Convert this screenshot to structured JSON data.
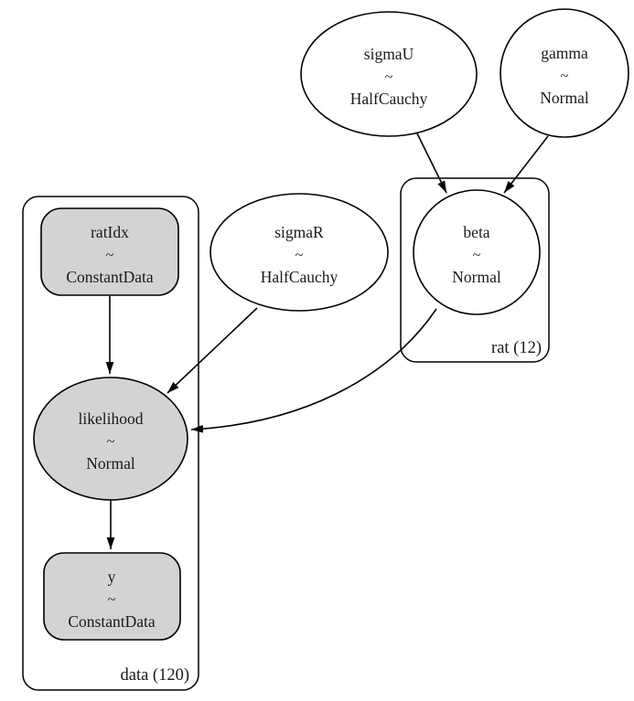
{
  "colors": {
    "background": "#ffffff",
    "stroke": "#000000",
    "observed_fill": "#d3d3d3",
    "unobserved_fill": "#ffffff"
  },
  "nodes": {
    "sigmaU": {
      "name": "sigmaU",
      "relation": "~",
      "distribution": "HalfCauchy"
    },
    "gamma": {
      "name": "gamma",
      "relation": "~",
      "distribution": "Normal"
    },
    "sigmaR": {
      "name": "sigmaR",
      "relation": "~",
      "distribution": "HalfCauchy"
    },
    "beta": {
      "name": "beta",
      "relation": "~",
      "distribution": "Normal"
    },
    "ratIdx": {
      "name": "ratIdx",
      "relation": "~",
      "distribution": "ConstantData"
    },
    "likelihood": {
      "name": "likelihood",
      "relation": "~",
      "distribution": "Normal"
    },
    "y": {
      "name": "y",
      "relation": "~",
      "distribution": "ConstantData"
    }
  },
  "plates": {
    "rat": {
      "label": "rat (12)"
    },
    "data": {
      "label": "data (120)"
    }
  },
  "edges": [
    {
      "from": "sigmaU",
      "to": "beta"
    },
    {
      "from": "gamma",
      "to": "beta"
    },
    {
      "from": "ratIdx",
      "to": "likelihood"
    },
    {
      "from": "sigmaR",
      "to": "likelihood"
    },
    {
      "from": "beta",
      "to": "likelihood"
    },
    {
      "from": "likelihood",
      "to": "y"
    }
  ]
}
